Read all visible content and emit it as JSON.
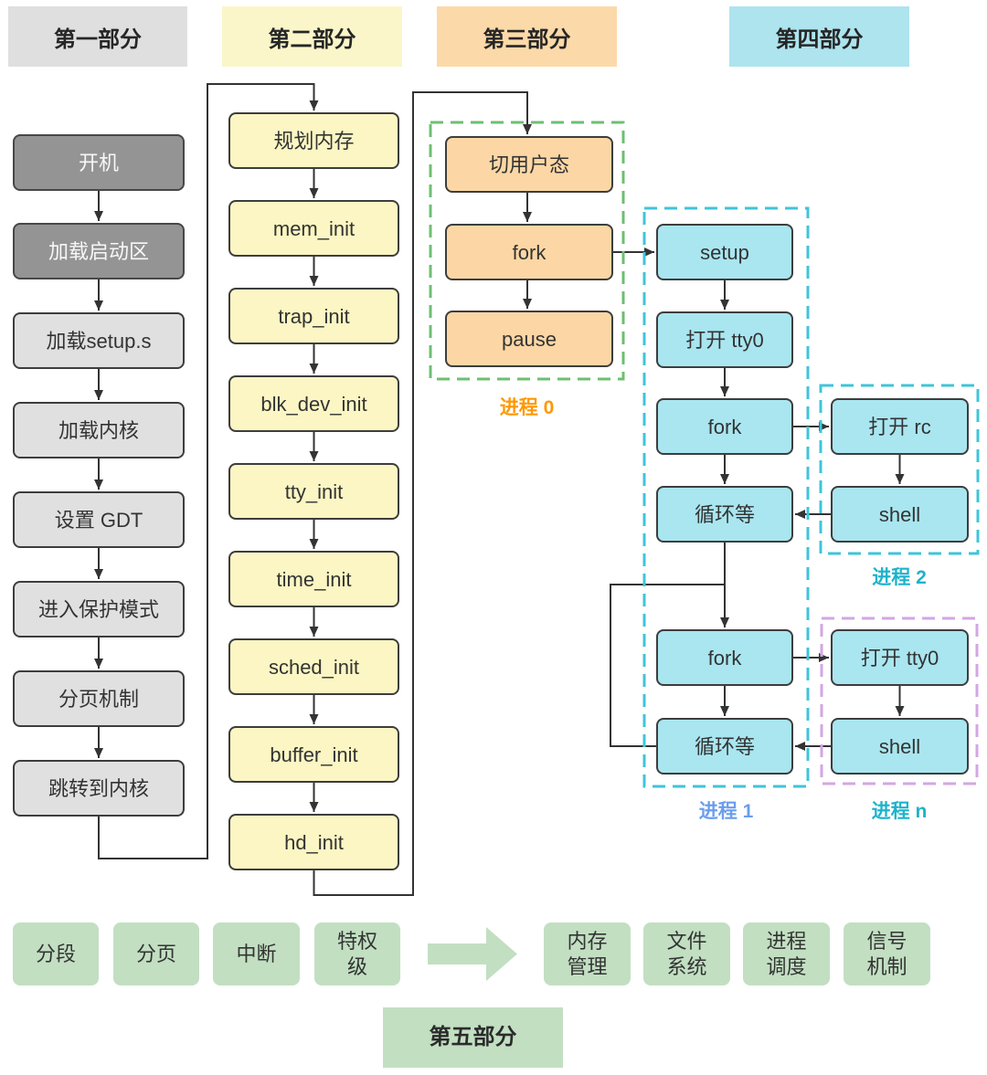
{
  "headers": {
    "part1": "第一部分",
    "part2": "第二部分",
    "part3": "第三部分",
    "part4": "第四部分",
    "part5": "第五部分"
  },
  "boot_sequence": [
    "开机",
    "加载启动区",
    "加载setup.s",
    "加载内核",
    "设置 GDT",
    "进入保护模式",
    "分页机制",
    "跳转到内核"
  ],
  "kernel_init": [
    "规划内存",
    "mem_init",
    "trap_init",
    "blk_dev_init",
    "tty_init",
    "time_init",
    "sched_init",
    "buffer_init",
    "hd_init"
  ],
  "process0": {
    "label": "进程 0",
    "steps": [
      "切用户态",
      "fork",
      "pause"
    ]
  },
  "process1": {
    "label": "进程 1",
    "steps": [
      "setup",
      "打开 tty0",
      "fork",
      "循环等",
      "fork",
      "循环等"
    ]
  },
  "process2": {
    "label": "进程 2",
    "steps": [
      "打开 rc",
      "shell"
    ]
  },
  "process_n": {
    "label": "进程 n",
    "steps": [
      "打开 tty0",
      "shell"
    ]
  },
  "part5_concepts": {
    "left": [
      "分段",
      "分页",
      "中断",
      "特权\n级"
    ],
    "right": [
      "内存\n管理",
      "文件\n系统",
      "进程\n调度",
      "信号\n机制"
    ]
  },
  "colors": {
    "part1_fill": "#dfdfdf",
    "part2_fill": "#fbf6c3",
    "part3_fill": "#fcd9a8",
    "part4_fill": "#ade4ee",
    "part5_fill": "#c2dfc2",
    "dark_node_fill": "#949494",
    "light_node_fill": "#e0e0e0",
    "yellow_node_fill": "#fbf6c3",
    "orange_node_fill": "#fcd7a5",
    "cyan_node_fill": "#a9e6f0",
    "green_box_fill": "#c2dfc2",
    "node_border": "#3d3d3d",
    "wire": "#333333",
    "process0_dash": "#6cbf70",
    "process1_dash": "#3fc4da",
    "process2_dash": "#3fc4da",
    "process_n_dash": "#d3a6e3",
    "process0_label": "#ff9800",
    "process1_label": "#6b9ded",
    "process2_label": "#1eb3cb",
    "process_n_label": "#1eb3cb"
  }
}
